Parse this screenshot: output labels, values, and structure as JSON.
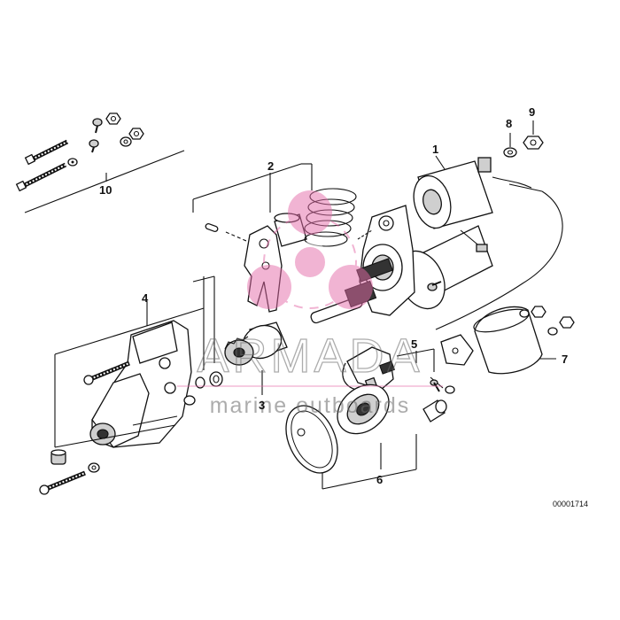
{
  "diagram": {
    "part_labels": [
      "1",
      "2",
      "3",
      "4",
      "5",
      "6",
      "7",
      "8",
      "9",
      "10"
    ],
    "reference_code": "00001714",
    "watermark": {
      "brand": "ARMADA",
      "tagline": "marine outboards",
      "logo_color": "#e46ca8"
    }
  }
}
